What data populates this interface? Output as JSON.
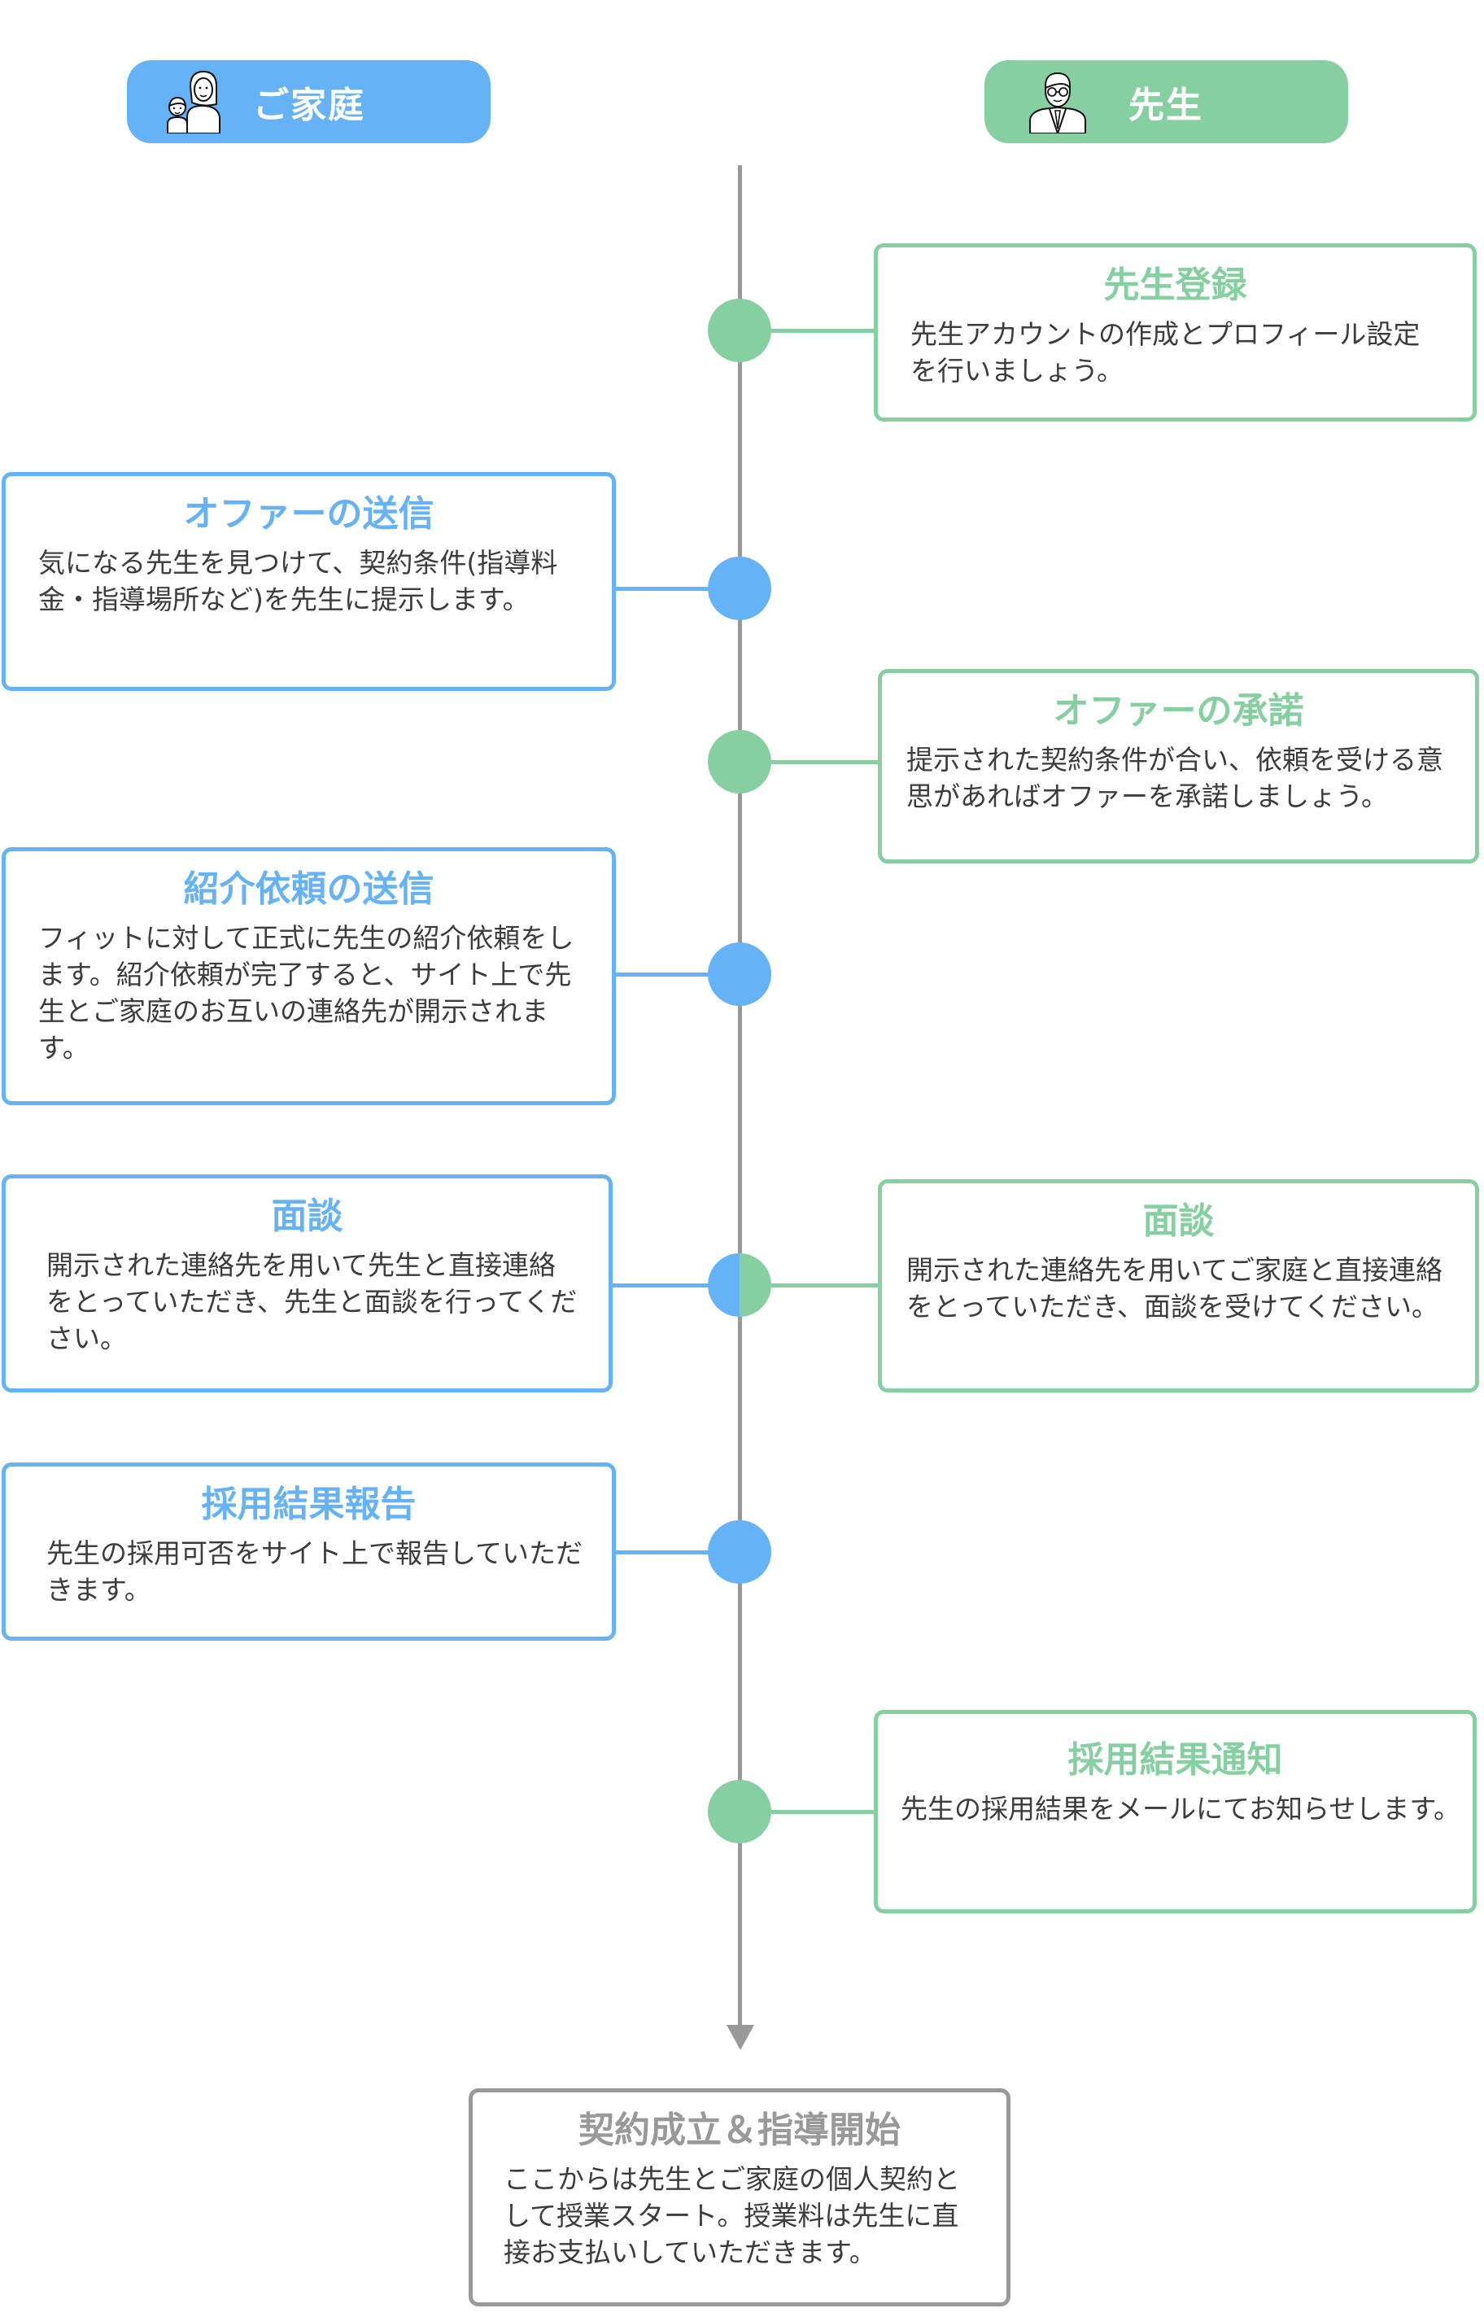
{
  "colors": {
    "family": "#66b2f6",
    "teacher": "#86cfa0",
    "final": "#999999",
    "text": "#3c3c3c"
  },
  "headers": {
    "family": {
      "label": "ご家庭",
      "icon": "mother-child-avatar-icon"
    },
    "teacher": {
      "label": "先生",
      "icon": "teacher-avatar-icon"
    }
  },
  "steps": [
    {
      "side": "teacher",
      "title": "先生登録",
      "description": "先生アカウントの作成とプロフィール設定を行いましょう。"
    },
    {
      "side": "family",
      "title": "オファーの送信",
      "description": "気になる先生を見つけて、契約条件(指導料金・指導場所など)を先生に提示します。"
    },
    {
      "side": "teacher",
      "title": "オファーの承諾",
      "description": "提示された契約条件が合い、依頼を受ける意思があればオファーを承諾しましょう。"
    },
    {
      "side": "family",
      "title": "紹介依頼の送信",
      "description": "フィットに対して正式に先生の紹介依頼をします。紹介依頼が完了すると、サイト上で先生とご家庭のお互いの連絡先が開示されます。"
    },
    {
      "side": "family",
      "title": "面談",
      "description": "開示された連絡先を用いて先生と直接連絡をとっていただき、先生と面談を行ってください。"
    },
    {
      "side": "teacher",
      "title": "面談",
      "description": "開示された連絡先を用いてご家庭と直接連絡をとっていただき、面談を受けてください。"
    },
    {
      "side": "family",
      "title": "採用結果報告",
      "description": "先生の採用可否をサイト上で報告していただきます。"
    },
    {
      "side": "teacher",
      "title": "採用結果通知",
      "description": "先生の採用結果をメールにてお知らせします。"
    }
  ],
  "final": {
    "title": "契約成立＆指導開始",
    "description": "ここからは先生とご家庭の個人契約として授業スタート。授業料は先生に直接お支払いしていただきます。"
  }
}
